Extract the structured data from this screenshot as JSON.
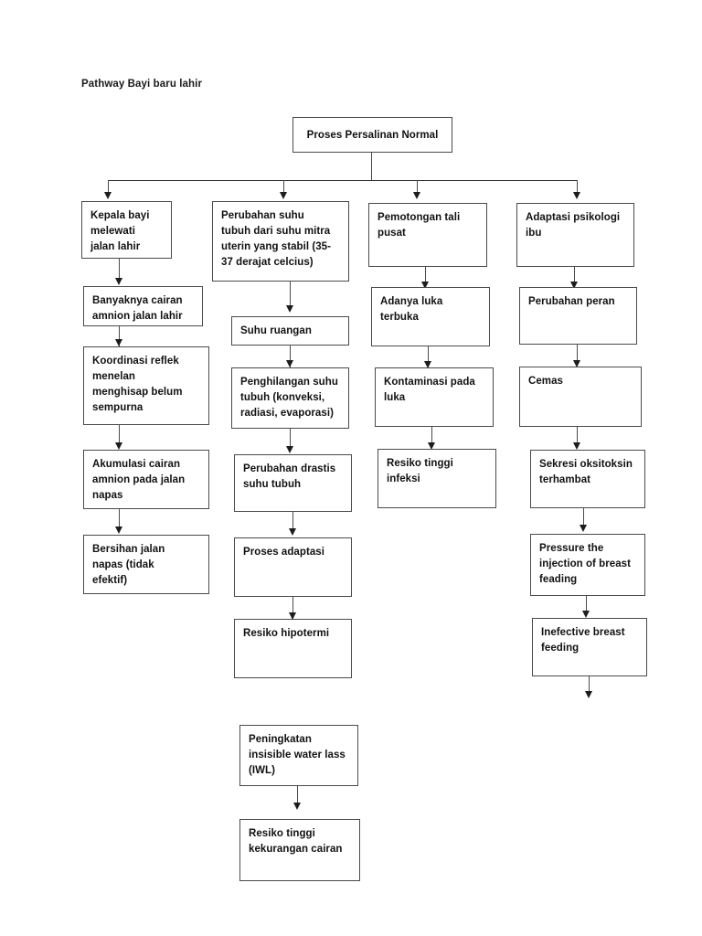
{
  "document": {
    "title": "Pathway Bayi baru lahir"
  },
  "colors": {
    "box_border": "#4a4a4a",
    "connector": "#2f2f2f",
    "arrowhead": "#1d1d1d",
    "text": "#111111",
    "background": "#ffffff"
  },
  "diagram": {
    "type": "flowchart",
    "orientation": "top-down",
    "root": {
      "id": "root",
      "lines": [
        "Proses Persalinan Normal"
      ]
    },
    "branches": [
      {
        "id": "branch-1",
        "nodes": [
          {
            "id": "c1-n1",
            "lines": [
              "Kepala bayi",
              "melewati",
              "jalan lahir"
            ]
          },
          {
            "id": "c1-n2",
            "lines": [
              "Banyaknya cairan",
              "amnion jalan lahir"
            ]
          },
          {
            "id": "c1-n3",
            "lines": [
              "Koordinasi reflek",
              "menelan",
              "menghisap belum",
              "sempurna"
            ]
          },
          {
            "id": "c1-n4",
            "lines": [
              "Akumulasi cairan",
              "amnion pada jalan",
              "napas"
            ]
          },
          {
            "id": "c1-n5",
            "lines": [
              "Bersihan jalan",
              "napas (tidak",
              "efektif)"
            ]
          }
        ]
      },
      {
        "id": "branch-2",
        "nodes": [
          {
            "id": "c2-n1",
            "lines": [
              "Perubahan suhu",
              "tubuh dari suhu mitra",
              "uterin yang stabil (35-",
              "37 derajat celcius)"
            ]
          },
          {
            "id": "c2-n2",
            "lines": [
              "Suhu ruangan"
            ]
          },
          {
            "id": "c2-n3",
            "lines": [
              "Penghilangan suhu",
              "tubuh (konveksi,",
              "radiasi, evaporasi)"
            ]
          },
          {
            "id": "c2-n4",
            "lines": [
              "Perubahan drastis",
              "suhu tubuh"
            ]
          },
          {
            "id": "c2-n5",
            "lines": [
              "Proses adaptasi"
            ]
          },
          {
            "id": "c2-n6",
            "lines": [
              "Resiko hipotermi"
            ]
          }
        ]
      },
      {
        "id": "branch-3",
        "nodes": [
          {
            "id": "c3-n1",
            "lines": [
              "Pemotongan tali",
              "pusat"
            ]
          },
          {
            "id": "c3-n2",
            "lines": [
              "Adanya luka",
              "terbuka"
            ]
          },
          {
            "id": "c3-n3",
            "lines": [
              "Kontaminasi pada",
              "luka"
            ]
          },
          {
            "id": "c3-n4",
            "lines": [
              "Resiko tinggi",
              "infeksi"
            ]
          }
        ]
      },
      {
        "id": "branch-4",
        "nodes": [
          {
            "id": "c4-n1",
            "lines": [
              "Adaptasi psikologi",
              "ibu"
            ]
          },
          {
            "id": "c4-n2",
            "lines": [
              "Perubahan peran"
            ]
          },
          {
            "id": "c4-n3",
            "lines": [
              "Cemas"
            ]
          },
          {
            "id": "c4-n4",
            "lines": [
              "Sekresi oksitoksin",
              "terhambat"
            ]
          },
          {
            "id": "c4-n5",
            "lines": [
              "Pressure the",
              "injection of breast",
              "feading"
            ]
          },
          {
            "id": "c4-n6",
            "lines": [
              "Inefective breast",
              "feeding"
            ]
          }
        ]
      },
      {
        "id": "branch-5-detached",
        "nodes": [
          {
            "id": "c5-n1",
            "lines": [
              "Peningkatan",
              "insisible water lass",
              "(IWL)"
            ]
          },
          {
            "id": "c5-n2",
            "lines": [
              "Resiko tinggi",
              "kekurangan cairan"
            ]
          }
        ]
      }
    ]
  }
}
